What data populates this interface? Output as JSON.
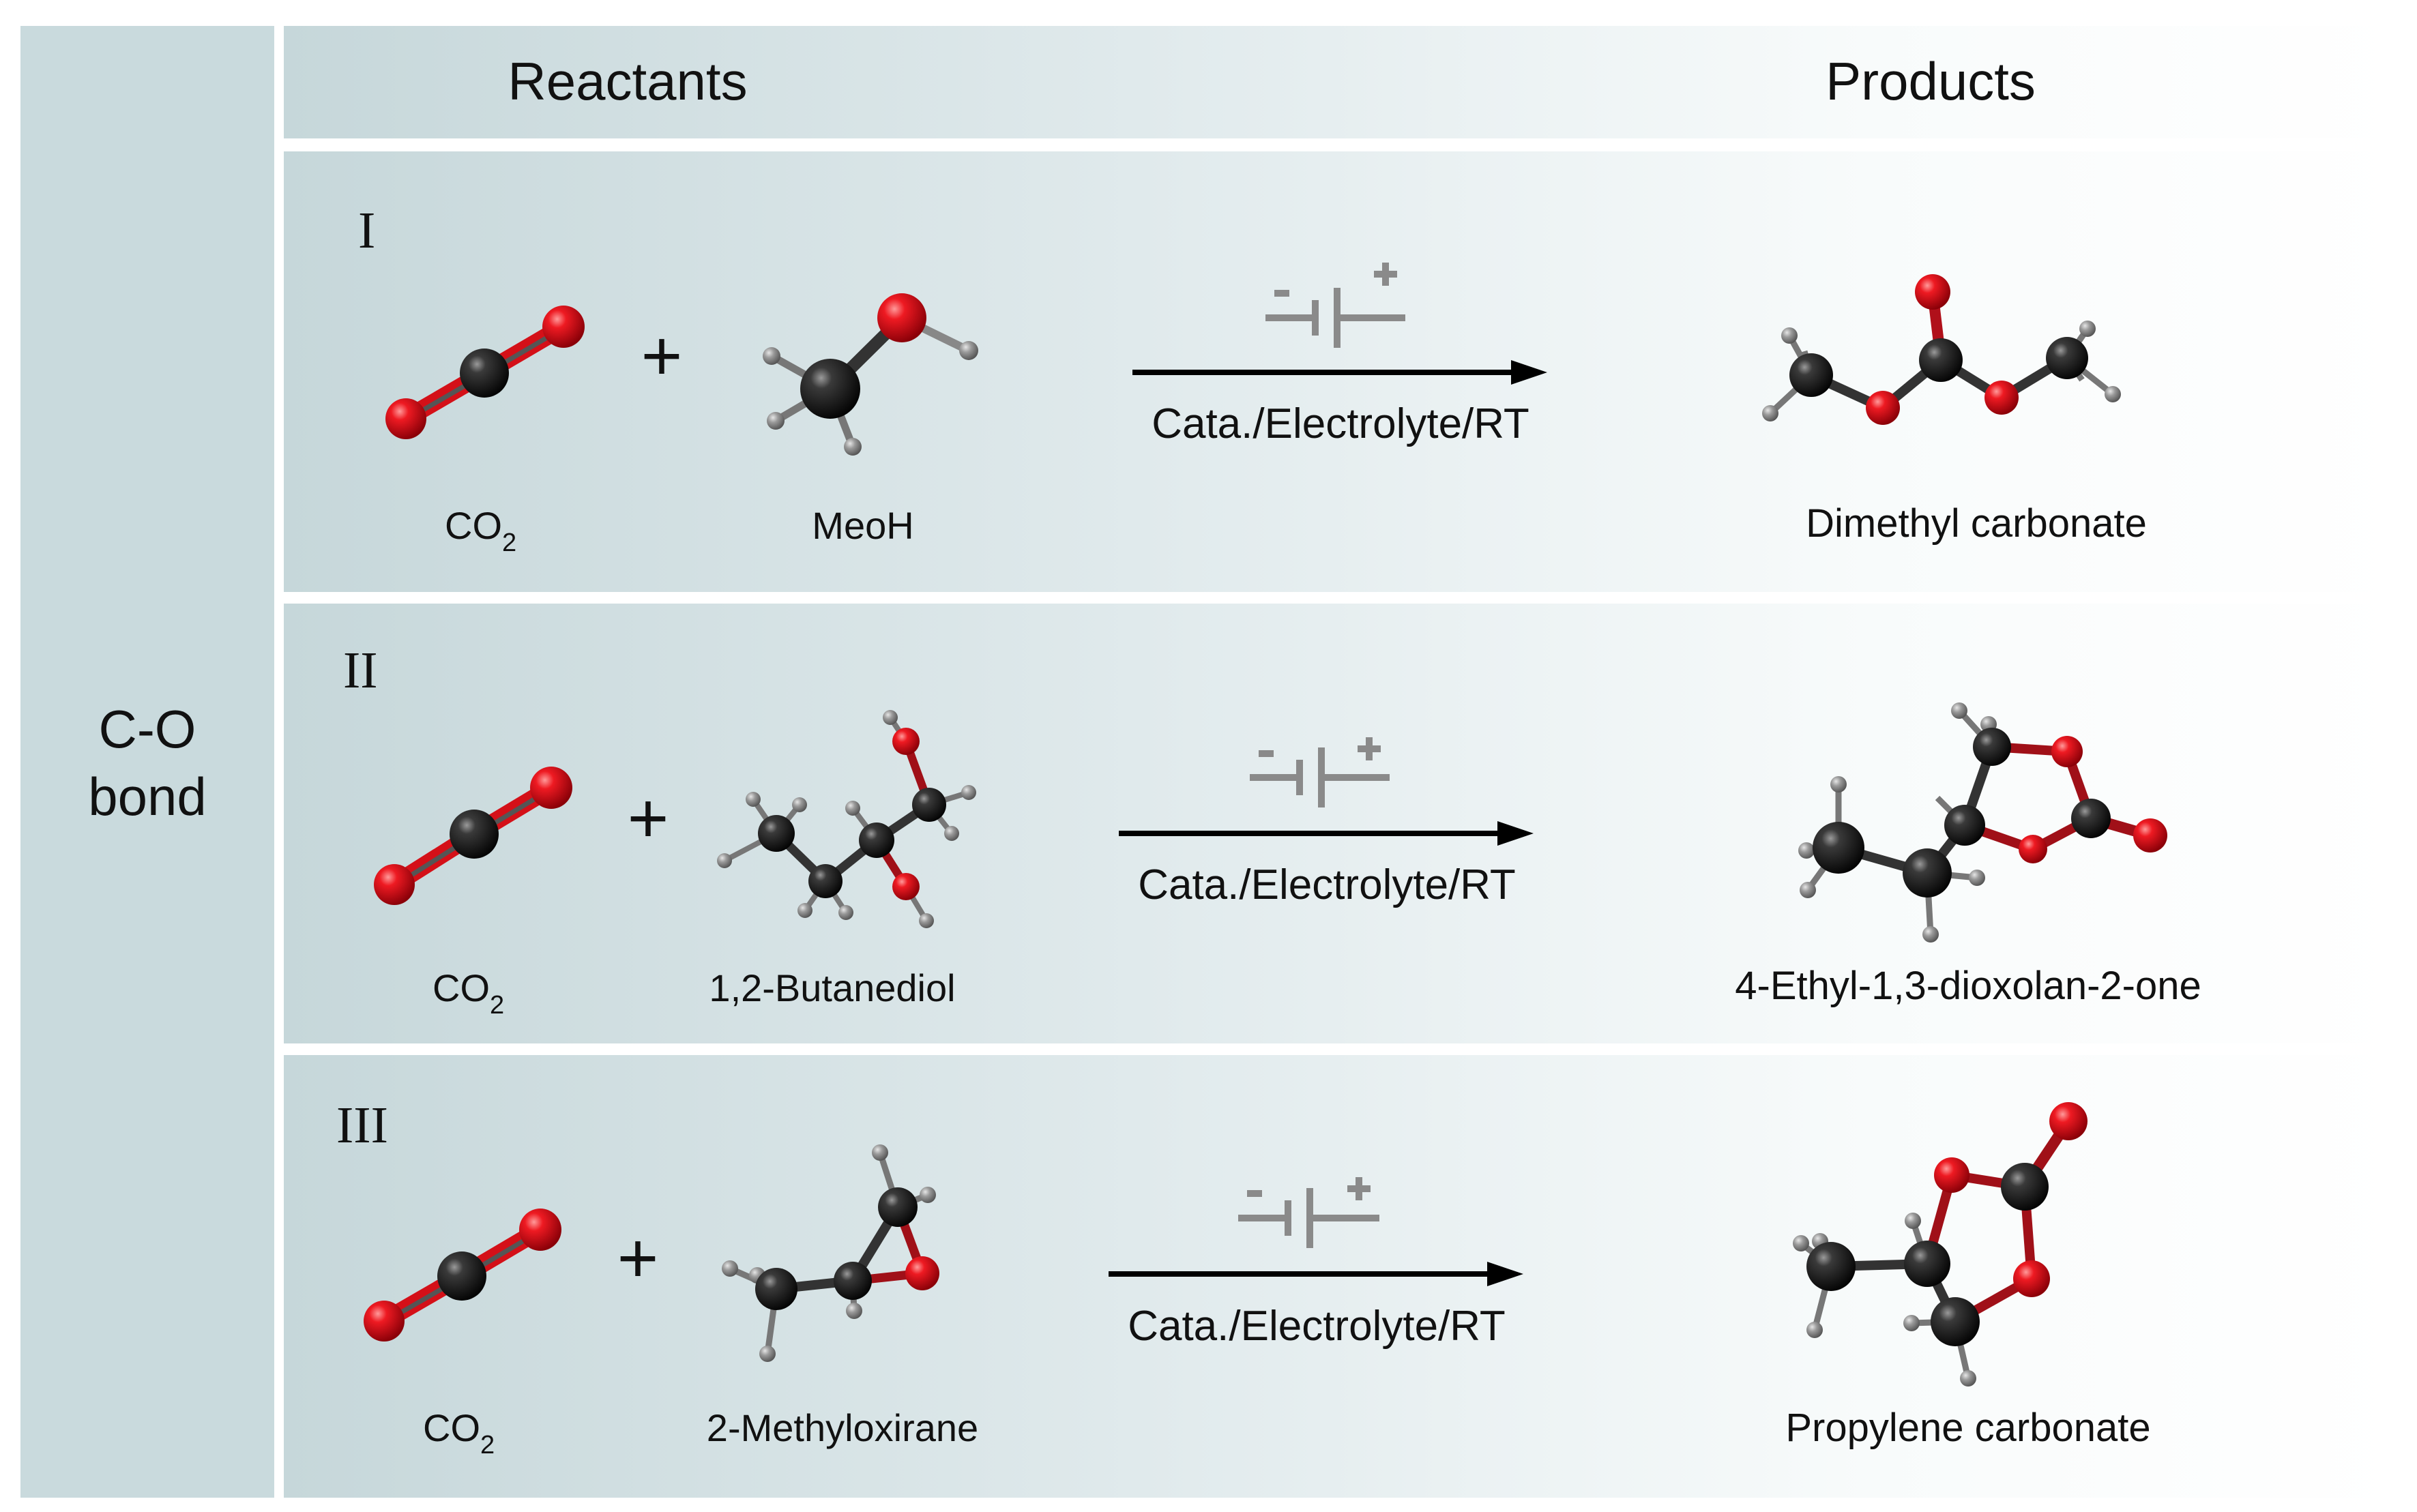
{
  "side_label": {
    "line1": "C-O",
    "line2": "bond"
  },
  "header": {
    "reactants": "Reactants",
    "products": "Products"
  },
  "condition_label": "Cata./Electrolyte/RT",
  "battery_symbol": {
    "minus": "-",
    "plus": "+"
  },
  "plus_sign": "+",
  "rows": [
    {
      "numeral": "I",
      "reactant1": {
        "base": "CO",
        "sub": "2"
      },
      "reactant2": "MeoH",
      "product": "Dimethyl carbonate"
    },
    {
      "numeral": "II",
      "reactant1": {
        "base": "CO",
        "sub": "2"
      },
      "reactant2": "1,2-Butanediol",
      "product": "4-Ethyl-1,3-dioxolan-2-one"
    },
    {
      "numeral": "III",
      "reactant1": {
        "base": "CO",
        "sub": "2"
      },
      "reactant2": "2-Methyloxirane",
      "product": "Propylene carbonate"
    }
  ],
  "colors": {
    "panel_start": "#c8d8db",
    "panel_end": "#ffffff",
    "carbon": "#111111",
    "oxygen": "#e0101a",
    "hydrogen": "#8c8c8c",
    "battery": "#8a8a8a",
    "arrow": "#000000"
  },
  "atom_legend": {
    "carbon": "black sphere",
    "oxygen": "red sphere",
    "hydrogen": "grey sphere"
  }
}
